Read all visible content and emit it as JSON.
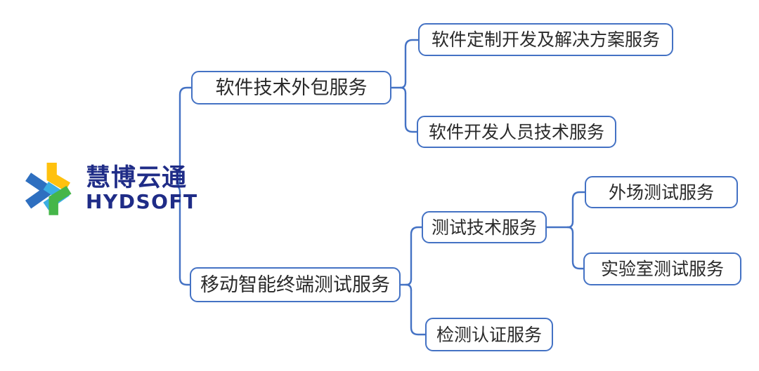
{
  "page": {
    "background": "#ffffff",
    "type": "mind-map-diagram"
  },
  "colors": {
    "connector": "#4472C4",
    "box_border": "#4472C4",
    "box_text": "#2a2a2a",
    "logo_text_navy": "#1F2C87",
    "logo_yellow": "#FFC10E",
    "logo_blue": "#2E6FC0",
    "logo_cyan": "#3BAEE3",
    "logo_green": "#45B649"
  },
  "logo": {
    "name_cn": "慧博云通",
    "name_en": "HYDSOFT",
    "icon": "hydsoft-asterisk-pinwheel-icon"
  },
  "diagram": {
    "nodes": {
      "software_outsourcing": {
        "label": "软件技术外包服务"
      },
      "custom_dev": {
        "label": "软件定制开发及解决方案服务"
      },
      "dev_staff": {
        "label": "软件开发人员技术服务"
      },
      "mobile_testing": {
        "label": "移动智能终端测试服务"
      },
      "testing_tech": {
        "label": "测试技术服务"
      },
      "field_testing": {
        "label": "外场测试服务"
      },
      "lab_testing": {
        "label": "实验室测试服务"
      },
      "certification": {
        "label": "检测认证服务"
      }
    },
    "hierarchy": [
      {
        "parent": "logo",
        "children": [
          "software_outsourcing",
          "mobile_testing"
        ]
      },
      {
        "parent": "software_outsourcing",
        "children": [
          "custom_dev",
          "dev_staff"
        ]
      },
      {
        "parent": "mobile_testing",
        "children": [
          "testing_tech",
          "certification"
        ]
      },
      {
        "parent": "testing_tech",
        "children": [
          "field_testing",
          "lab_testing"
        ]
      }
    ]
  }
}
